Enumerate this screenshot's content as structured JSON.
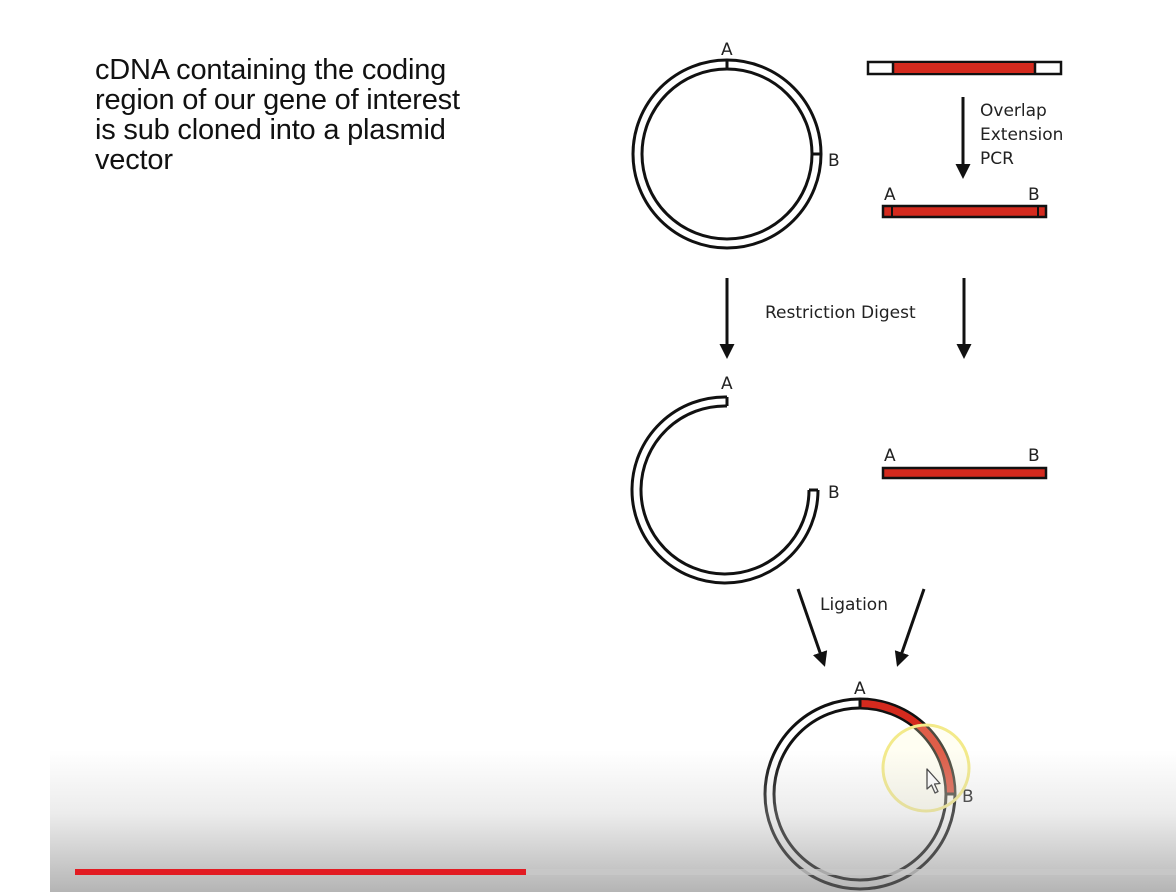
{
  "slide": {
    "intro_lines": [
      "cDNA containing the coding",
      "region of our gene of interest",
      "is sub cloned into a plasmid",
      "vector"
    ]
  },
  "diagram": {
    "label_a": "A",
    "label_b": "B",
    "overlap_line1": "Overlap",
    "overlap_line2": "Extension",
    "overlap_line3": "PCR",
    "restriction_digest": "Restriction Digest",
    "ligation": "Ligation",
    "insert_color": "#d42a1e",
    "outline_color": "#111111"
  },
  "player": {
    "progress_fraction": 0.41,
    "progress_color": "#e21b22"
  }
}
